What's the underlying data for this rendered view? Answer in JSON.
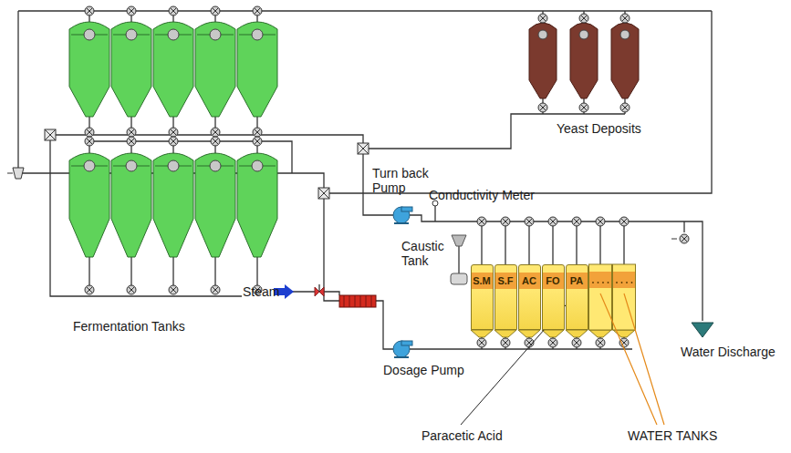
{
  "diagram": {
    "nodes": [
      {
        "text": [
          "S.M"
        ]
      },
      {
        "text": [
          "S.F"
        ]
      },
      {
        "text": [
          "AC"
        ]
      },
      {
        "text": [
          "FO"
        ]
      },
      {
        "text": [
          "PA"
        ]
      }
    ],
    "labels": [
      "Yeast Deposits",
      "Turn back Pump",
      "Conductivity Meter",
      "Caustic Tank",
      "Steam",
      "Fermentation Tanks",
      "Dosage Pump",
      "Water Discharge",
      "Paracetic Acid",
      "WATER TANKS"
    ]
  }
}
